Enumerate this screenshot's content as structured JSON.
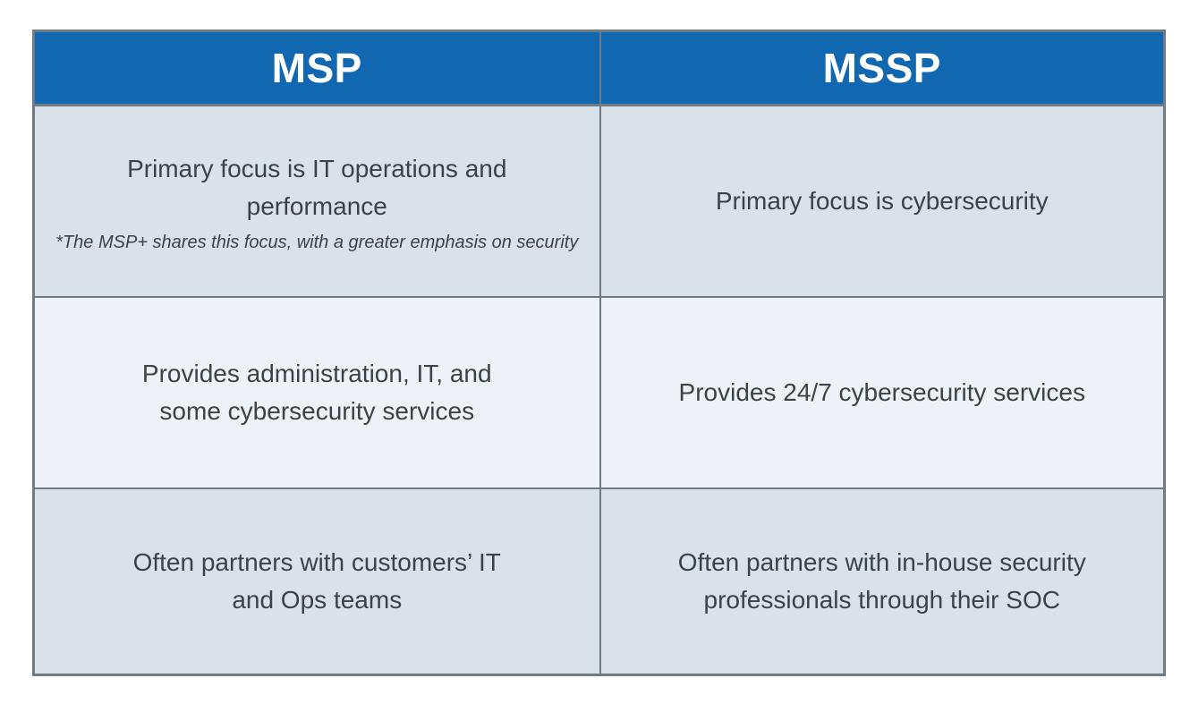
{
  "table": {
    "columns": [
      {
        "header": "MSP"
      },
      {
        "header": "MSSP"
      }
    ],
    "rows": [
      {
        "msp": {
          "text": "Primary focus is IT operations and performance",
          "note": "*The MSP+ shares this focus, with a greater emphasis on security"
        },
        "mssp": {
          "text": "Primary focus is cybersecurity"
        }
      },
      {
        "msp": {
          "text": "Provides administration, IT, and some cybersecurity services"
        },
        "mssp": {
          "text": "Provides 24/7 cybersecurity services"
        }
      },
      {
        "msp": {
          "text": "Often partners with customers’ IT and Ops teams"
        },
        "mssp": {
          "text": "Often partners with in-house security professionals through their SOC"
        }
      }
    ]
  },
  "colors": {
    "header_bg": "#1168b1",
    "header_text": "#ffffff",
    "row_odd_bg": "#d9e2ea",
    "row_even_bg": "#eef2f6",
    "border": "#6f7a83",
    "text": "#3a424a"
  },
  "chart_data": {
    "type": "table",
    "columns": [
      "MSP",
      "MSSP"
    ],
    "rows": [
      [
        "Primary focus is IT operations and performance *The MSP+ shares this focus, with a greater emphasis on security",
        "Primary focus is cybersecurity"
      ],
      [
        "Provides administration, IT, and some cybersecurity services",
        "Provides 24/7 cybersecurity services"
      ],
      [
        "Often partners with customers’ IT and Ops teams",
        "Often partners with in-house security professionals through their SOC"
      ]
    ]
  }
}
